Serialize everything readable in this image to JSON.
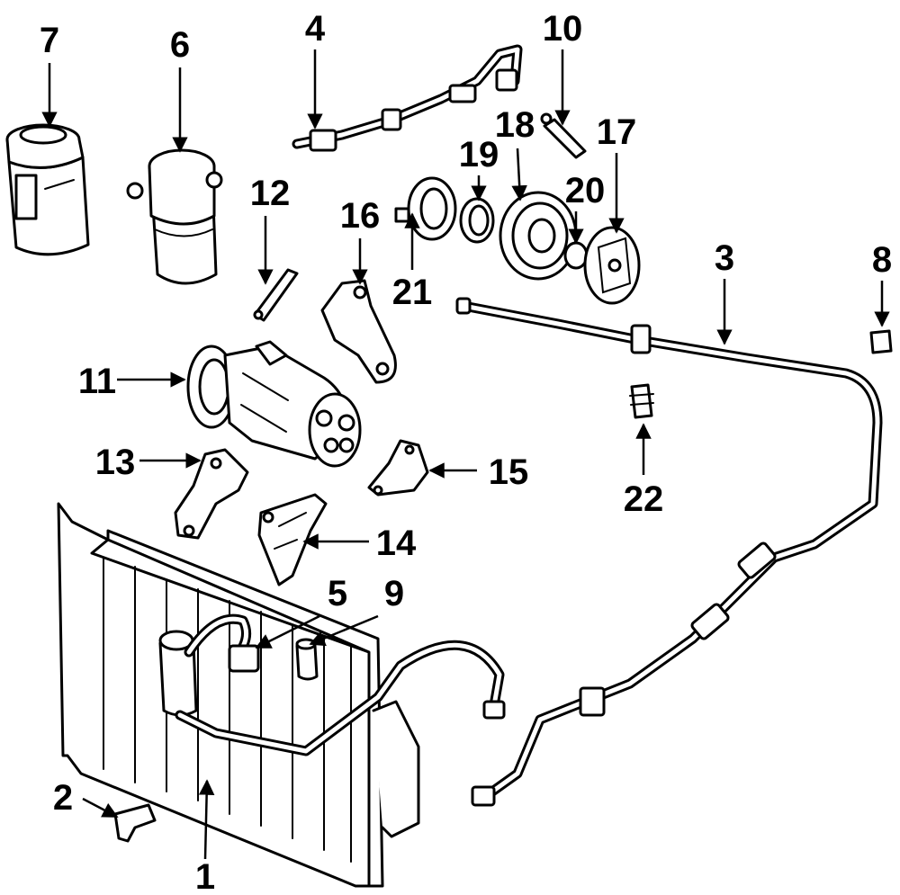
{
  "callouts": {
    "c1": "1",
    "c2": "2",
    "c3": "3",
    "c4": "4",
    "c5": "5",
    "c6": "6",
    "c7": "7",
    "c8": "8",
    "c9": "9",
    "c10": "10",
    "c11": "11",
    "c12": "12",
    "c13": "13",
    "c14": "14",
    "c15": "15",
    "c16": "16",
    "c17": "17",
    "c18": "18",
    "c19": "19",
    "c20": "20",
    "c21": "21",
    "c22": "22"
  },
  "colors": {
    "ink": "#000000",
    "paper": "#ffffff"
  }
}
